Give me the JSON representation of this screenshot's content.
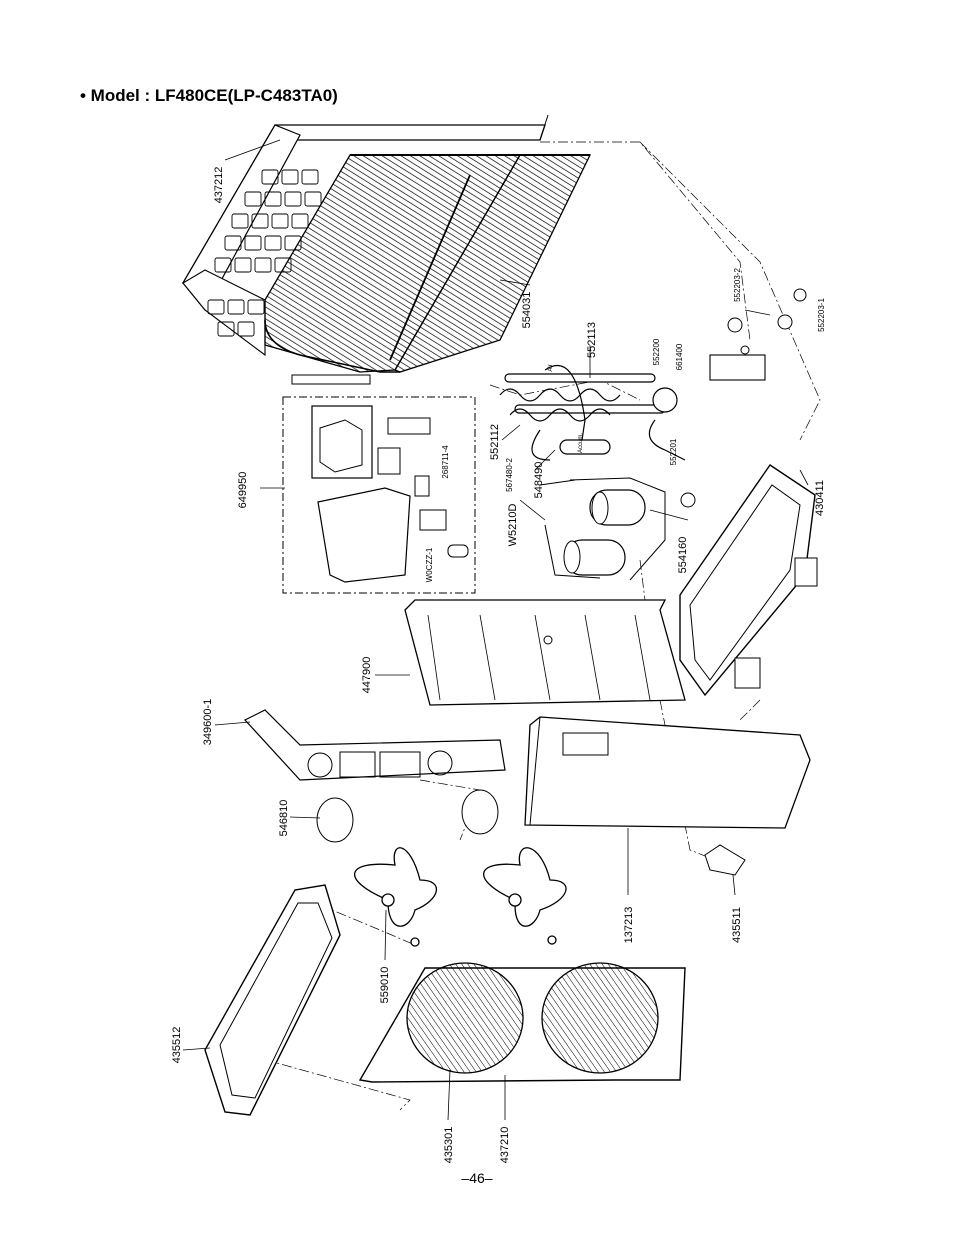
{
  "page": {
    "title": "• Model : LF480CE(LP-C483TA0)",
    "page_number": "–46–"
  },
  "parts": [
    {
      "id": "p437212",
      "label": "437212"
    },
    {
      "id": "p554031",
      "label": "554031"
    },
    {
      "id": "p552203_2",
      "label": "552203-2"
    },
    {
      "id": "p552203_1",
      "label": "552203-1"
    },
    {
      "id": "p552113",
      "label": "552113"
    },
    {
      "id": "p552200",
      "label": "552200"
    },
    {
      "id": "p661400",
      "label": "661400"
    },
    {
      "id": "p552112",
      "label": "552112"
    },
    {
      "id": "p567480_2",
      "label": "567480-2"
    },
    {
      "id": "p548490",
      "label": "548490"
    },
    {
      "id": "p552201",
      "label": "552201"
    },
    {
      "id": "pW5210D",
      "label": "W5210D"
    },
    {
      "id": "p554160",
      "label": "554160"
    },
    {
      "id": "p430411",
      "label": "430411"
    },
    {
      "id": "p649950",
      "label": "649950"
    },
    {
      "id": "p268711_4",
      "label": "268711-4"
    },
    {
      "id": "pW0CZZ_1",
      "label": "W0CZZ-1"
    },
    {
      "id": "p447900",
      "label": "447900"
    },
    {
      "id": "p349600_1",
      "label": "349600-1"
    },
    {
      "id": "p546810",
      "label": "546810"
    },
    {
      "id": "p137213",
      "label": "137213"
    },
    {
      "id": "p435511",
      "label": "435511"
    },
    {
      "id": "p559010",
      "label": "559010"
    },
    {
      "id": "p435512",
      "label": "435512"
    },
    {
      "id": "p435301",
      "label": "435301"
    },
    {
      "id": "p437210",
      "label": "437210"
    }
  ],
  "annotations": {
    "air": "Air",
    "accum": "Accum."
  }
}
